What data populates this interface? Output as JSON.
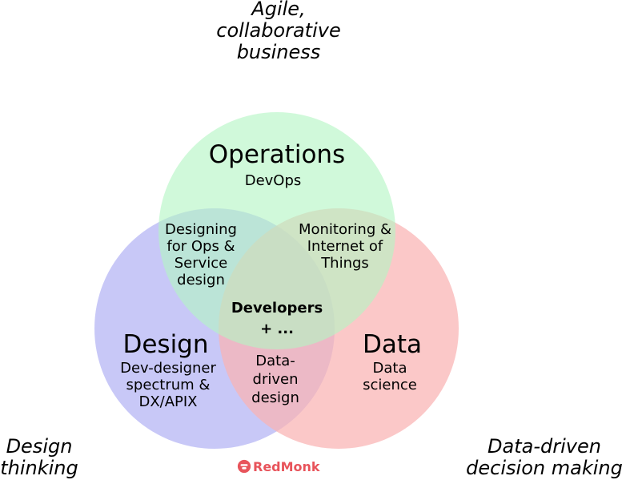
{
  "outer_labels": {
    "top": [
      "Agile,",
      "collaborative",
      "business"
    ],
    "bottom_left": [
      "Design",
      "thinking"
    ],
    "bottom_right": [
      "Data-driven",
      "decision making"
    ]
  },
  "circles": {
    "operations": {
      "title": "Operations",
      "subtitle": "DevOps",
      "color": "#b3f5c4"
    },
    "design": {
      "title": "Design",
      "subtitle": [
        "Dev-designer",
        "spectrum &",
        "DX/APIX"
      ],
      "color": "#b8b8f5"
    },
    "data": {
      "title": "Data",
      "subtitle": [
        "Data",
        "science"
      ],
      "color": "#f9b3b3"
    }
  },
  "overlaps": {
    "operations_design": [
      "Designing",
      "for Ops &",
      "Service",
      "design"
    ],
    "operations_data": [
      "Monitoring &",
      "Internet of",
      "Things"
    ],
    "design_data": [
      "Data-",
      "driven",
      "design"
    ],
    "center": [
      "Developers",
      "+ ..."
    ]
  },
  "brand": {
    "name": "RedMonk",
    "color": "#e8545b",
    "icon": "monk-head-icon"
  }
}
